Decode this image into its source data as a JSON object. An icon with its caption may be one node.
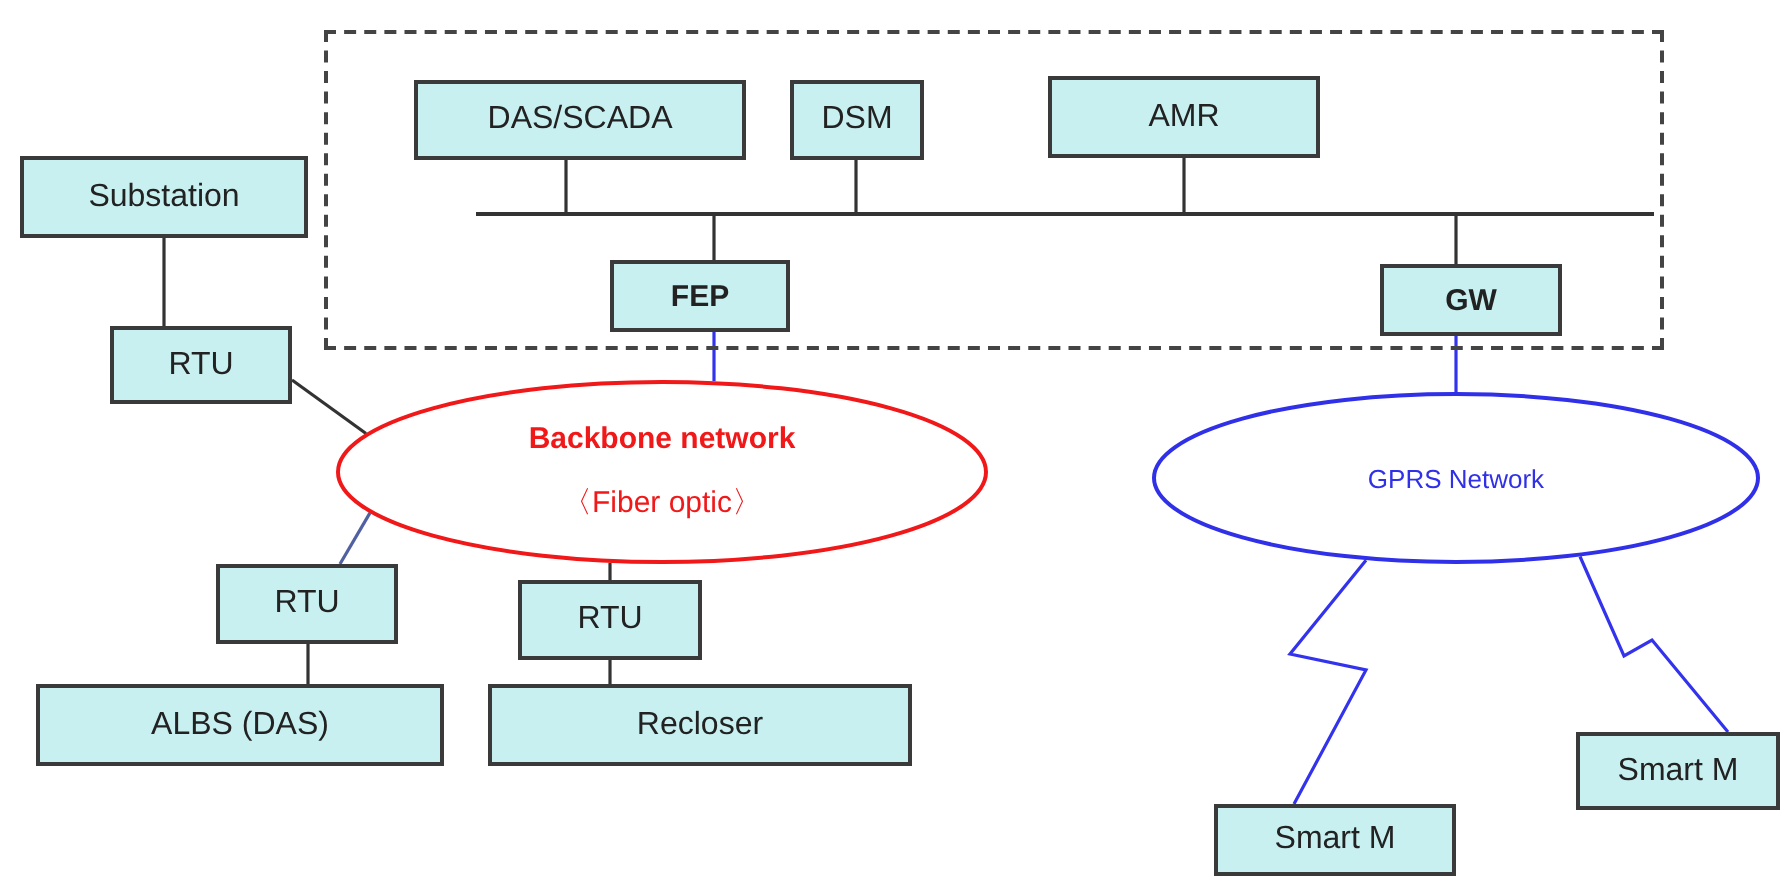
{
  "diagram": {
    "nodes": [
      {
        "text": [],
        "shape": "box"
      },
      {
        "text": [
          "DAS/SCADA"
        ],
        "in": 0
      },
      {
        "text": [
          "DSM"
        ],
        "in": 0
      },
      {
        "text": [
          "AMR"
        ],
        "in": 0
      },
      {
        "text": [],
        "shape": "bar",
        "in": 0
      },
      {
        "text": [
          "FEP"
        ],
        "in": 0
      },
      {
        "text": [
          "GW"
        ],
        "in": 0
      },
      {
        "text": [
          "Substation"
        ]
      },
      {
        "text": [
          "RTU"
        ]
      },
      {
        "text": [
          "Backbone network",
          "〈Fiber optic〉"
        ]
      },
      {
        "text": [
          "GPRS Network"
        ]
      },
      {
        "text": [
          "RTU"
        ]
      },
      {
        "text": [
          "RTU"
        ]
      },
      {
        "text": [
          "ALBS (DAS)"
        ]
      },
      {
        "text": [
          "Recloser"
        ]
      },
      {
        "text": [
          "Smart M"
        ]
      },
      {
        "text": [
          "Smart M"
        ]
      }
    ],
    "edges": [
      {
        "from": 1,
        "to": 4,
        "arrow": "none"
      },
      {
        "from": 2,
        "to": 4,
        "arrow": "none"
      },
      {
        "from": 3,
        "to": 4,
        "arrow": "none"
      },
      {
        "from": 4,
        "to": 5,
        "arrow": "none"
      },
      {
        "from": 4,
        "to": 6,
        "arrow": "none"
      },
      {
        "from": 7,
        "to": 8,
        "arrow": "none"
      },
      {
        "from": 8,
        "to": 9,
        "arrow": "none"
      },
      {
        "from": 5,
        "to": 9,
        "arrow": "none",
        "color": "#3333ee"
      },
      {
        "from": 6,
        "to": 10,
        "arrow": "none",
        "color": "#3333ee"
      },
      {
        "from": 9,
        "to": 11,
        "arrow": "none",
        "color": "#5060a0"
      },
      {
        "from": 9,
        "to": 12,
        "arrow": "none"
      },
      {
        "from": 11,
        "to": 13,
        "arrow": "none"
      },
      {
        "from": 12,
        "to": 14,
        "arrow": "none"
      },
      {
        "from": 10,
        "to": 15,
        "arrow": "none",
        "color": "#3333ee"
      },
      {
        "from": 10,
        "to": 16,
        "arrow": "none",
        "color": "#3333ee"
      }
    ]
  }
}
